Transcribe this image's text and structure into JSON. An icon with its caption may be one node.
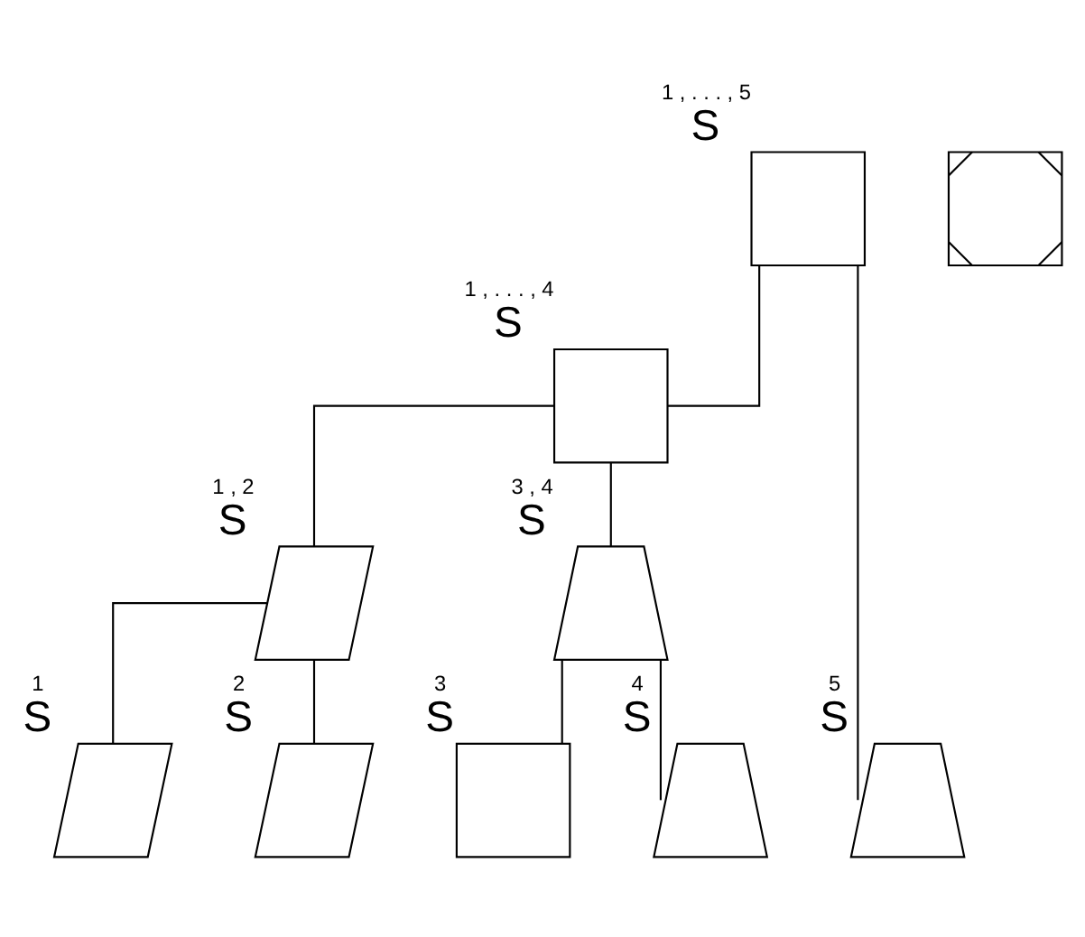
{
  "diagram": {
    "nodes": [
      {
        "text": [],
        "shape": "box",
        "beside": [
          "1 , . . . , 5",
          "S"
        ]
      },
      {
        "text": [],
        "shape": "cross"
      },
      {
        "text": [],
        "shape": "box",
        "beside": [
          "1 , . . . , 4",
          "S"
        ]
      },
      {
        "text": [],
        "shape": "parallelogram",
        "beside": [
          "1 , 2",
          "S"
        ]
      },
      {
        "text": [],
        "shape": "trapezium",
        "beside": [
          "3 , 4",
          "S"
        ]
      },
      {
        "text": [],
        "shape": "parallelogram",
        "beside": [
          "1",
          "S"
        ]
      },
      {
        "text": [],
        "shape": "parallelogram",
        "beside": [
          "2",
          "S"
        ]
      },
      {
        "text": [],
        "shape": "box",
        "beside": [
          "3",
          "S"
        ]
      },
      {
        "text": [],
        "shape": "trapezium",
        "beside": [
          "4",
          "S"
        ]
      },
      {
        "text": [],
        "shape": "trapezium",
        "beside": [
          "5",
          "S"
        ]
      }
    ],
    "edges": [
      {
        "from": 0,
        "to": 2,
        "arrow": "none"
      },
      {
        "from": 0,
        "to": 9,
        "arrow": "none"
      },
      {
        "from": 2,
        "to": 3,
        "arrow": "none"
      },
      {
        "from": 2,
        "to": 4,
        "arrow": "none"
      },
      {
        "from": 3,
        "to": 5,
        "arrow": "none"
      },
      {
        "from": 3,
        "to": 6,
        "arrow": "none"
      },
      {
        "from": 4,
        "to": 7,
        "arrow": "none"
      },
      {
        "from": 4,
        "to": 8,
        "arrow": "none"
      }
    ]
  }
}
